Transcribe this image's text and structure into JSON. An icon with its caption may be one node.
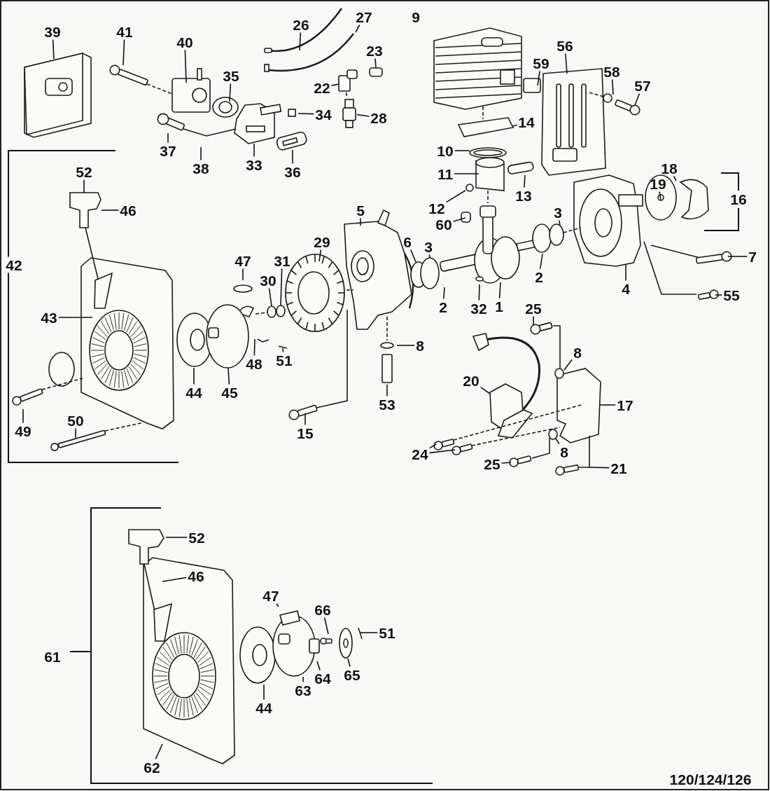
{
  "diagram": {
    "nodes": [
      {
        "text": [
          "39"
        ]
      },
      {
        "text": [
          "41"
        ]
      },
      {
        "text": [
          "40"
        ]
      },
      {
        "text": [
          "26"
        ]
      },
      {
        "text": [
          "27"
        ]
      },
      {
        "text": [
          "23"
        ]
      },
      {
        "text": [
          "35"
        ]
      },
      {
        "text": [
          "22"
        ]
      },
      {
        "text": [
          "34"
        ]
      },
      {
        "text": [
          "28"
        ]
      },
      {
        "text": [
          "37"
        ]
      },
      {
        "text": [
          "38"
        ]
      },
      {
        "text": [
          "33"
        ]
      },
      {
        "text": [
          "36"
        ]
      },
      {
        "text": [
          "59"
        ]
      },
      {
        "text": [
          "56"
        ]
      },
      {
        "text": [
          "58"
        ]
      },
      {
        "text": [
          "57"
        ]
      },
      {
        "text": [
          "14"
        ]
      },
      {
        "text": [
          "10"
        ]
      },
      {
        "text": [
          "11"
        ]
      },
      {
        "text": [
          "12"
        ]
      },
      {
        "text": [
          "13"
        ]
      },
      {
        "text": [
          "18"
        ]
      },
      {
        "text": [
          "19"
        ]
      },
      {
        "text": [
          "60"
        ]
      },
      {
        "text": [
          "3"
        ]
      },
      {
        "text": [
          "52"
        ]
      },
      {
        "text": [
          "46"
        ]
      },
      {
        "text": [
          "5"
        ]
      },
      {
        "text": [
          "29"
        ]
      },
      {
        "text": [
          "47"
        ]
      },
      {
        "text": [
          "31"
        ]
      },
      {
        "text": [
          "6"
        ]
      },
      {
        "text": [
          "3"
        ]
      },
      {
        "text": [
          "30"
        ]
      },
      {
        "text": [
          "7"
        ]
      },
      {
        "text": [
          "2"
        ]
      },
      {
        "text": [
          "4"
        ]
      },
      {
        "text": [
          "55"
        ]
      },
      {
        "text": [
          "43"
        ]
      },
      {
        "text": [
          "2"
        ]
      },
      {
        "text": [
          "32"
        ]
      },
      {
        "text": [
          "1"
        ]
      },
      {
        "text": [
          "25"
        ]
      },
      {
        "text": [
          "8"
        ]
      },
      {
        "text": [
          "8"
        ]
      },
      {
        "text": [
          "48"
        ]
      },
      {
        "text": [
          "51"
        ]
      },
      {
        "text": [
          "20"
        ]
      },
      {
        "text": [
          "44"
        ]
      },
      {
        "text": [
          "45"
        ]
      },
      {
        "text": [
          "53"
        ]
      },
      {
        "text": [
          "17"
        ]
      },
      {
        "text": [
          "15"
        ]
      },
      {
        "text": [
          "49"
        ]
      },
      {
        "text": [
          "50"
        ]
      },
      {
        "text": [
          "24"
        ]
      },
      {
        "text": [
          "8"
        ]
      },
      {
        "text": [
          "25"
        ]
      },
      {
        "text": [
          "21"
        ]
      },
      {
        "text": [
          "52"
        ]
      },
      {
        "text": [
          "46"
        ]
      },
      {
        "text": [
          "47"
        ]
      },
      {
        "text": [
          "66"
        ]
      },
      {
        "text": [
          "51"
        ]
      },
      {
        "text": [
          "63"
        ]
      },
      {
        "text": [
          "64"
        ]
      },
      {
        "text": [
          "65"
        ]
      },
      {
        "text": [
          "44"
        ]
      },
      {
        "text": [
          "62"
        ]
      },
      {
        "text": [],
        "shape": "picture"
      },
      {
        "text": [],
        "shape": "circle"
      }
    ],
    "edges": [
      {
        "from": 0,
        "to": null,
        "arrow": "none"
      },
      {
        "from": 1,
        "to": null,
        "arrow": "none"
      },
      {
        "from": 2,
        "to": null,
        "arrow": "none"
      },
      {
        "from": 3,
        "to": null,
        "arrow": "none"
      },
      {
        "from": 4,
        "to": null,
        "arrow": "none"
      },
      {
        "from": 5,
        "to": null,
        "arrow": "none"
      },
      {
        "from": 6,
        "to": null,
        "arrow": "none"
      },
      {
        "from": 7,
        "to": null,
        "arrow": "none"
      },
      {
        "from": 8,
        "to": null,
        "arrow": "none"
      },
      {
        "from": 9,
        "to": 71,
        "arrow": "none"
      },
      {
        "from": 10,
        "to": null,
        "arrow": "none"
      },
      {
        "from": 11,
        "to": null,
        "arrow": "none"
      },
      {
        "from": 12,
        "to": null,
        "arrow": "none"
      },
      {
        "from": 13,
        "to": null,
        "arrow": "none"
      },
      {
        "from": 14,
        "to": null,
        "arrow": "none"
      },
      {
        "from": 15,
        "to": null,
        "arrow": "none"
      },
      {
        "from": 16,
        "to": null,
        "arrow": "none"
      },
      {
        "from": 17,
        "to": null,
        "arrow": "none"
      },
      {
        "from": 18,
        "to": null,
        "arrow": "none"
      },
      {
        "from": 19,
        "to": null,
        "arrow": "none"
      },
      {
        "from": 20,
        "to": null,
        "arrow": "none"
      },
      {
        "from": 21,
        "to": 72,
        "arrow": "none"
      },
      {
        "from": 22,
        "to": null,
        "arrow": "none"
      },
      {
        "from": 23,
        "to": null,
        "arrow": "none"
      },
      {
        "from": 24,
        "to": null,
        "arrow": "none"
      },
      {
        "from": 25,
        "to": null,
        "arrow": "none"
      },
      {
        "from": 26,
        "to": null,
        "arrow": "none"
      },
      {
        "from": 27,
        "to": null,
        "arrow": "none"
      },
      {
        "from": 28,
        "to": null,
        "arrow": "none"
      },
      {
        "from": 29,
        "to": null,
        "arrow": "none"
      },
      {
        "from": 30,
        "to": null,
        "arrow": "none"
      },
      {
        "from": 31,
        "to": null,
        "arrow": "none"
      },
      {
        "from": 32,
        "to": null,
        "arrow": "none"
      },
      {
        "from": 33,
        "to": null,
        "arrow": "none"
      },
      {
        "from": 34,
        "to": null,
        "arrow": "none"
      },
      {
        "from": 35,
        "to": null,
        "arrow": "none"
      },
      {
        "from": 36,
        "to": null,
        "arrow": "none"
      },
      {
        "from": 37,
        "to": null,
        "arrow": "none"
      },
      {
        "from": 38,
        "to": null,
        "arrow": "none"
      },
      {
        "from": 39,
        "to": null,
        "arrow": "none"
      },
      {
        "from": 40,
        "to": null,
        "arrow": "none"
      },
      {
        "from": 41,
        "to": null,
        "arrow": "none"
      },
      {
        "from": 42,
        "to": null,
        "arrow": "none"
      },
      {
        "from": 43,
        "to": null,
        "arrow": "none"
      },
      {
        "from": 44,
        "to": null,
        "arrow": "none"
      },
      {
        "from": 45,
        "to": null,
        "arrow": "none"
      },
      {
        "from": 46,
        "to": null,
        "arrow": "none"
      },
      {
        "from": 47,
        "to": null,
        "arrow": "none"
      },
      {
        "from": 48,
        "to": null,
        "arrow": "none"
      },
      {
        "from": 49,
        "to": null,
        "arrow": "none"
      },
      {
        "from": 50,
        "to": null,
        "arrow": "none"
      },
      {
        "from": 51,
        "to": null,
        "arrow": "none"
      },
      {
        "from": 52,
        "to": null,
        "arrow": "none"
      },
      {
        "from": 53,
        "to": null,
        "arrow": "none"
      },
      {
        "from": 54,
        "to": null,
        "arrow": "none"
      },
      {
        "from": 55,
        "to": null,
        "arrow": "none"
      },
      {
        "from": 56,
        "to": null,
        "arrow": "none"
      },
      {
        "from": 57,
        "to": null,
        "arrow": "none"
      },
      {
        "from": 58,
        "to": null,
        "arrow": "none"
      },
      {
        "from": 59,
        "to": null,
        "arrow": "none"
      },
      {
        "from": 60,
        "to": null,
        "arrow": "none"
      },
      {
        "from": 61,
        "to": null,
        "arrow": "none"
      },
      {
        "from": 62,
        "to": null,
        "arrow": "none"
      },
      {
        "from": 63,
        "to": null,
        "arrow": "none"
      },
      {
        "from": 64,
        "to": null,
        "arrow": "none"
      },
      {
        "from": 65,
        "to": null,
        "arrow": "none"
      },
      {
        "from": 66,
        "to": null,
        "arrow": "none"
      },
      {
        "from": 67,
        "to": null,
        "arrow": "none"
      },
      {
        "from": 68,
        "to": null,
        "arrow": "none"
      },
      {
        "from": 69,
        "to": null,
        "arrow": "none"
      },
      {
        "from": 70,
        "to": null,
        "arrow": "none"
      },
      {
        "from": 57,
        "to": null,
        "arrow": "none"
      }
    ],
    "labels": [
      "9",
      "16",
      "42",
      "61",
      "120/124/126"
    ]
  }
}
